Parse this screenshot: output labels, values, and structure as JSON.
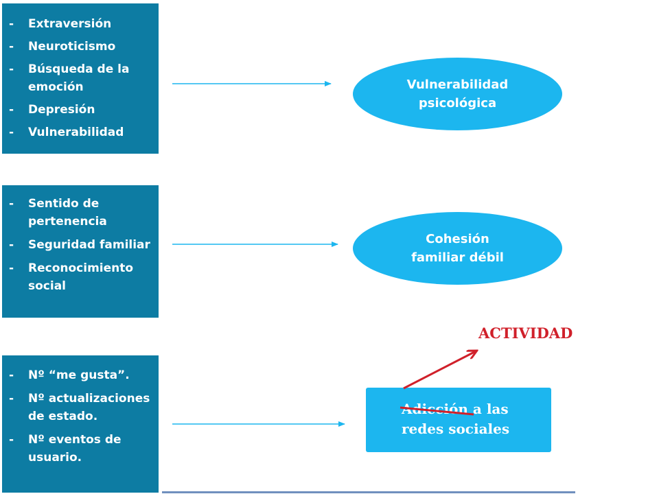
{
  "panels": [
    {
      "items": [
        "Extraversión",
        "Neuroticismo",
        "Búsqueda de la emoción",
        "Depresión",
        "Vulnerabilidad"
      ]
    },
    {
      "items": [
        "Sentido de pertenencia",
        "Seguridad familiar",
        "Reconocimiento social"
      ]
    },
    {
      "items": [
        "Nº “me gusta”.",
        "Nº actualizaciones de estado.",
        "Nº eventos de usuario."
      ]
    }
  ],
  "outcomes": {
    "vulnerabilidad": "Vulnerabilidad\npsicológica",
    "cohesion": "Cohesión\nfamiliar débil",
    "adiccion": "Adicción a las\nredes sociales"
  },
  "actividad_label": "ACTIVIDAD",
  "colors": {
    "panel": "#0d7ca3",
    "ellipse": "#1cb6ef",
    "arrow": "#1cb6ef",
    "accent_red": "#d0202a"
  }
}
